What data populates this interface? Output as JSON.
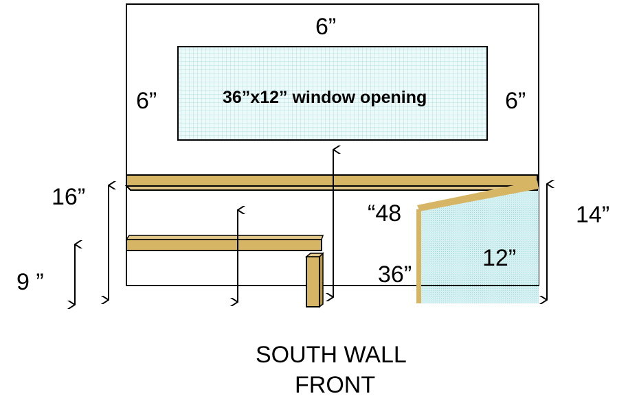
{
  "labels": {
    "top_margin": "6”",
    "left_margin": "6”",
    "right_margin": "6”",
    "window": "36”x12” window opening",
    "left_height": "16”",
    "lower_height": "9 ”",
    "lid_back": "“48",
    "lid_front": "36”",
    "lid_side": "12”",
    "right_height": "14”",
    "title_line1": "SOUTH WALL",
    "title_line2": "FRONT"
  },
  "colors": {
    "wood": "#d6b664",
    "glass": "#c8ecec"
  }
}
